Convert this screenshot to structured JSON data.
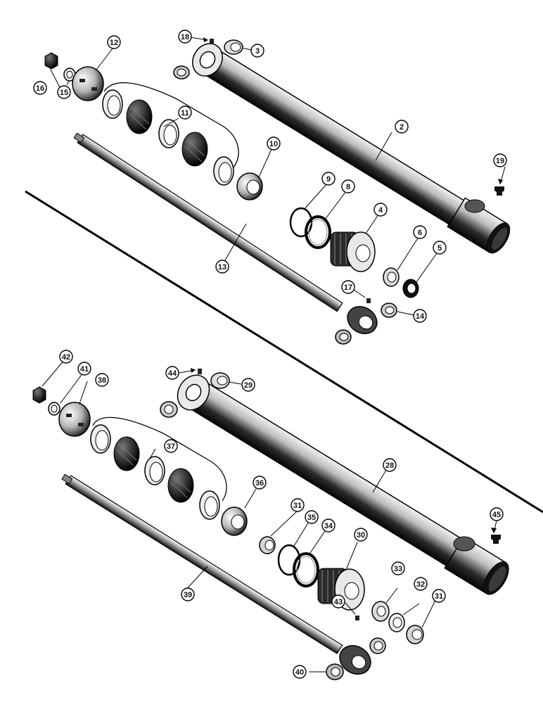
{
  "diagram": {
    "upper_cylinder": {
      "callouts": {
        "barrel": "2",
        "bushing_rod_end": "3",
        "gland": "4",
        "wiper": "5",
        "rod_seal": "6",
        "backup_ring_gland": "8",
        "o_ring_gland": "9",
        "piston_nut_spacer": "10",
        "piston_packing_set": "11",
        "piston": "12",
        "piston_rod": "13",
        "bushing_rod_eye": "14",
        "washer": "15",
        "locknut": "16",
        "grease_fitting_rod": "17",
        "grease_fitting_barrel": "18",
        "port_plug": "19"
      }
    },
    "lower_cylinder": {
      "callouts": {
        "barrel": "28",
        "bushing_barrel": "29",
        "gland": "30",
        "bushing_left": "31",
        "bushing_right": "31",
        "wiper": "32",
        "rod_seal": "33",
        "backup_ring": "34",
        "o_ring": "35",
        "piston_nut_spacer": "36",
        "piston_packing_set": "37",
        "piston": "38",
        "piston_rod": "39",
        "bushing_rod_eye": "40",
        "washer": "41",
        "locknut": "42",
        "grease_fitting_rod": "43",
        "grease_fitting_barrel": "44",
        "port_plug": "45"
      }
    }
  }
}
